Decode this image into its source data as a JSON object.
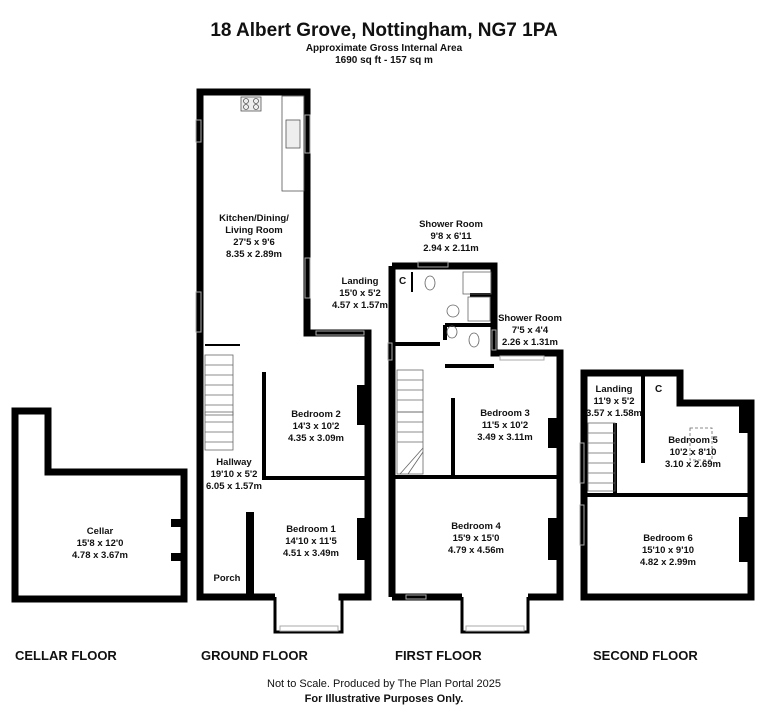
{
  "header": {
    "title": "18 Albert Grove, Nottingham, NG7 1PA",
    "area_label": "Approximate Gross Internal Area",
    "area_value": "1690 sq ft - 157 sq m"
  },
  "floors": [
    {
      "label": "CELLAR FLOOR"
    },
    {
      "label": "GROUND FLOOR"
    },
    {
      "label": "FIRST FLOOR"
    },
    {
      "label": "SECOND FLOOR"
    }
  ],
  "rooms": {
    "cellar": {
      "name": "Cellar",
      "imperial": "15'8 x 12'0",
      "metric": "4.78 x 3.67m"
    },
    "kitchen": {
      "name1": "Kitchen/Dining/",
      "name2": "Living Room",
      "imperial": "27'5 x 9'6",
      "metric": "8.35 x 2.89m"
    },
    "hallway": {
      "name": "Hallway",
      "imperial": "19'10 x 5'2",
      "metric": "6.05 x 1.57m"
    },
    "bedroom2": {
      "name": "Bedroom 2",
      "imperial": "14'3 x 10'2",
      "metric": "4.35 x 3.09m"
    },
    "bedroom1": {
      "name": "Bedroom 1",
      "imperial": "14'10 x 11'5",
      "metric": "4.51 x 3.49m"
    },
    "porch": {
      "name": "Porch"
    },
    "landing1": {
      "name": "Landing",
      "imperial": "15'0 x 5'2",
      "metric": "4.57 x 1.57m"
    },
    "shower1": {
      "name": "Shower Room",
      "imperial": "9'8 x 6'11",
      "metric": "2.94 x 2.11m"
    },
    "shower2": {
      "name": "Shower Room",
      "imperial": "7'5 x 4'4",
      "metric": "2.26 x 1.31m"
    },
    "bedroom3": {
      "name": "Bedroom 3",
      "imperial": "11'5 x 10'2",
      "metric": "3.49 x 3.11m"
    },
    "bedroom4": {
      "name": "Bedroom 4",
      "imperial": "15'9 x 15'0",
      "metric": "4.79 x 4.56m"
    },
    "landing2": {
      "name": "Landing",
      "imperial": "11'9 x 5'2",
      "metric": "3.57 x 1.58m"
    },
    "bedroom5": {
      "name": "Bedroom 5",
      "imperial": "10'2 x 8'10",
      "metric": "3.10 x 2.69m"
    },
    "bedroom6": {
      "name": "Bedroom 6",
      "imperial": "15'10 x 9'10",
      "metric": "4.82 x 2.99m"
    },
    "closet_first": {
      "name": "C"
    },
    "closet_second": {
      "name": "C"
    }
  },
  "footer": {
    "note": "Not to Scale. Produced by The Plan Portal 2025",
    "disclaimer": "For Illustrative Purposes Only."
  }
}
